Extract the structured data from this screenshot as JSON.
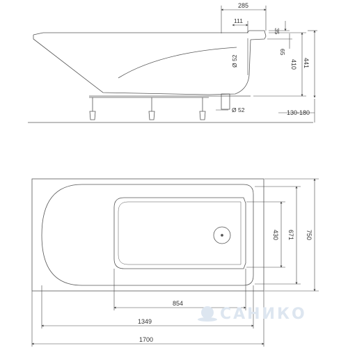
{
  "side_view": {
    "dims": {
      "d285": "285",
      "d111": "111",
      "d35": "35",
      "d65": "65",
      "d410": "410",
      "d441": "441",
      "d52_upper": "Ø 52",
      "d52_lower": "Ø 52",
      "d130_180": "130-180"
    }
  },
  "top_view": {
    "dims": {
      "d430": "430",
      "d671": "671",
      "d750": "750",
      "d854": "854",
      "d1349": "1349",
      "d1700": "1700"
    }
  },
  "watermark": {
    "text": "САНИКО"
  },
  "colors": {
    "line": "#555555",
    "dim_line": "#444444",
    "watermark": "#dde6f0"
  }
}
